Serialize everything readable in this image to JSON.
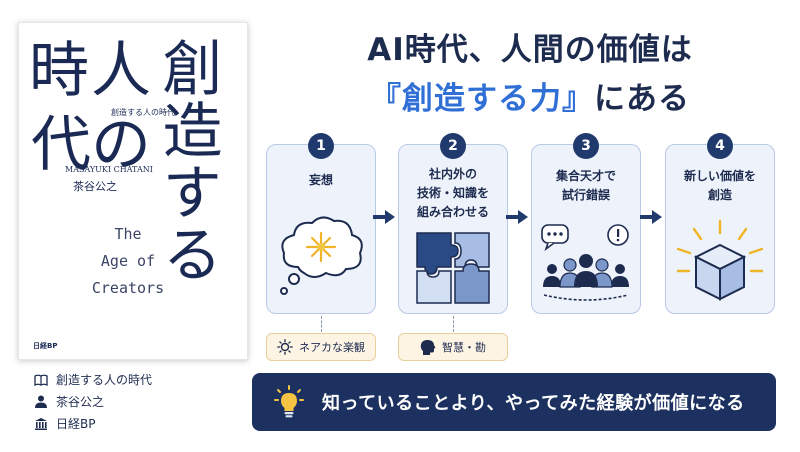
{
  "cover": {
    "title_a": "時人",
    "title_b": "代の",
    "title_c": "創造する",
    "subtitle": "創造する人の時代",
    "author_en": "MASAYUKI CHATANI",
    "author_jp": "茶谷公之",
    "english_title": [
      "The",
      "Age of",
      "Creators"
    ],
    "publisher_mark": "日経BP"
  },
  "info": {
    "title": "創造する人の時代",
    "author": "茶谷公之",
    "publisher": "日経BP"
  },
  "headline": {
    "line1": "AI時代、人間の価値は",
    "line2_accent": "『創造する力』",
    "line2_rest": "にある"
  },
  "steps": [
    {
      "number": "1",
      "title_lines": [
        "妄想"
      ],
      "icon": "thought-bubble-icon"
    },
    {
      "number": "2",
      "title_lines": [
        "社内外の",
        "技術・知識を",
        "組み合わせる"
      ],
      "icon": "puzzle-icon"
    },
    {
      "number": "3",
      "title_lines": [
        "集合天才で",
        "試行錯誤"
      ],
      "icon": "team-icon"
    },
    {
      "number": "4",
      "title_lines": [
        "新しい価値を",
        "創造"
      ],
      "icon": "glowing-cube-icon"
    }
  ],
  "traits": [
    {
      "label": "ネアカな楽観",
      "icon": "sun-icon"
    },
    {
      "label": "智慧・勘",
      "icon": "head-icon"
    }
  ],
  "banner": {
    "text": "知っていることより、やってみた経験が価値になる",
    "icon": "lightbulb-icon"
  },
  "colors": {
    "navy": "#1d3160",
    "accent": "#2f6fd6",
    "card_bg": "#eef3fb",
    "chip_bg": "#fdf4e4"
  }
}
